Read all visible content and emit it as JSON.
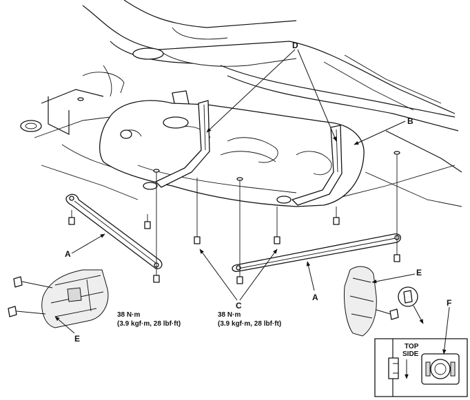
{
  "labels": {
    "a_left": "A",
    "a_right": "A",
    "b": "B",
    "c": "C",
    "d": "D",
    "e_left": "E",
    "e_right": "E",
    "f": "F"
  },
  "torque_left": {
    "line1": "38 N·m",
    "line2": "(3.9 kgf·m, 28 lbf·ft)"
  },
  "torque_center": {
    "line1": "38 N·m",
    "line2": "(3.9 kgf·m, 28 lbf·ft)"
  },
  "inset": {
    "top_line": "TOP",
    "side_line": "SIDE"
  }
}
